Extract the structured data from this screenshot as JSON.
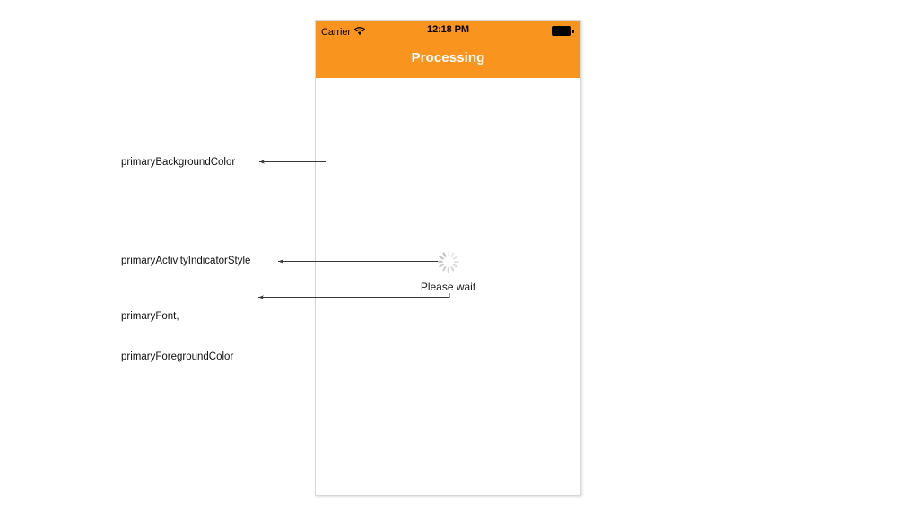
{
  "device": {
    "status_bar": {
      "carrier": "Carrier",
      "wifi_icon": "wifi-icon",
      "time": "12:18 PM",
      "battery_icon": "battery-full-icon"
    },
    "nav_bar": {
      "title": "Processing"
    },
    "content": {
      "activity_indicator_icon": "activity-indicator-icon",
      "wait_text": "Please wait"
    }
  },
  "annotations": [
    {
      "id": "background",
      "line1": "primaryBackgroundColor",
      "line2": ""
    },
    {
      "id": "indicator",
      "line1": "primaryActivityIndicatorStyle",
      "line2": ""
    },
    {
      "id": "font",
      "line1": "primaryFont,",
      "line2": "primaryForegroundColor"
    }
  ],
  "colors": {
    "accent_orange": "#f9941f",
    "nav_title": "#ffffff",
    "content_background": "#ffffff",
    "spinner": "#bdbdbd",
    "annotation_line": "#3a3a3a",
    "annotation_text": "#111111"
  }
}
